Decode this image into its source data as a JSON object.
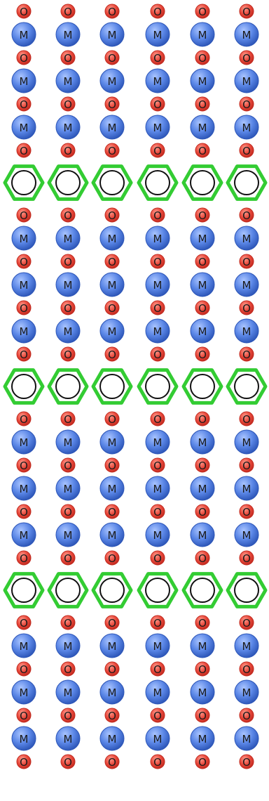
{
  "diagram": {
    "labels": {
      "oxygen": "O",
      "metal": "M"
    },
    "colors": {
      "oxygen_fill": "#e8493c",
      "oxygen_stroke": "#c22a1f",
      "metal_fill": "#5a86e6",
      "metal_stroke": "#2d56b8",
      "linker_stroke": "#33cc33",
      "ring_stroke": "#111111",
      "label": "#1a1a1a"
    },
    "columns": 6,
    "sequence": [
      "O",
      "M",
      "O",
      "M",
      "O",
      "M",
      "O",
      "linker",
      "O",
      "M",
      "O",
      "M",
      "O",
      "M",
      "O",
      "linker",
      "O",
      "M",
      "O",
      "M",
      "O",
      "M",
      "O",
      "linker",
      "O",
      "M",
      "O",
      "M",
      "O",
      "M",
      "O"
    ]
  }
}
